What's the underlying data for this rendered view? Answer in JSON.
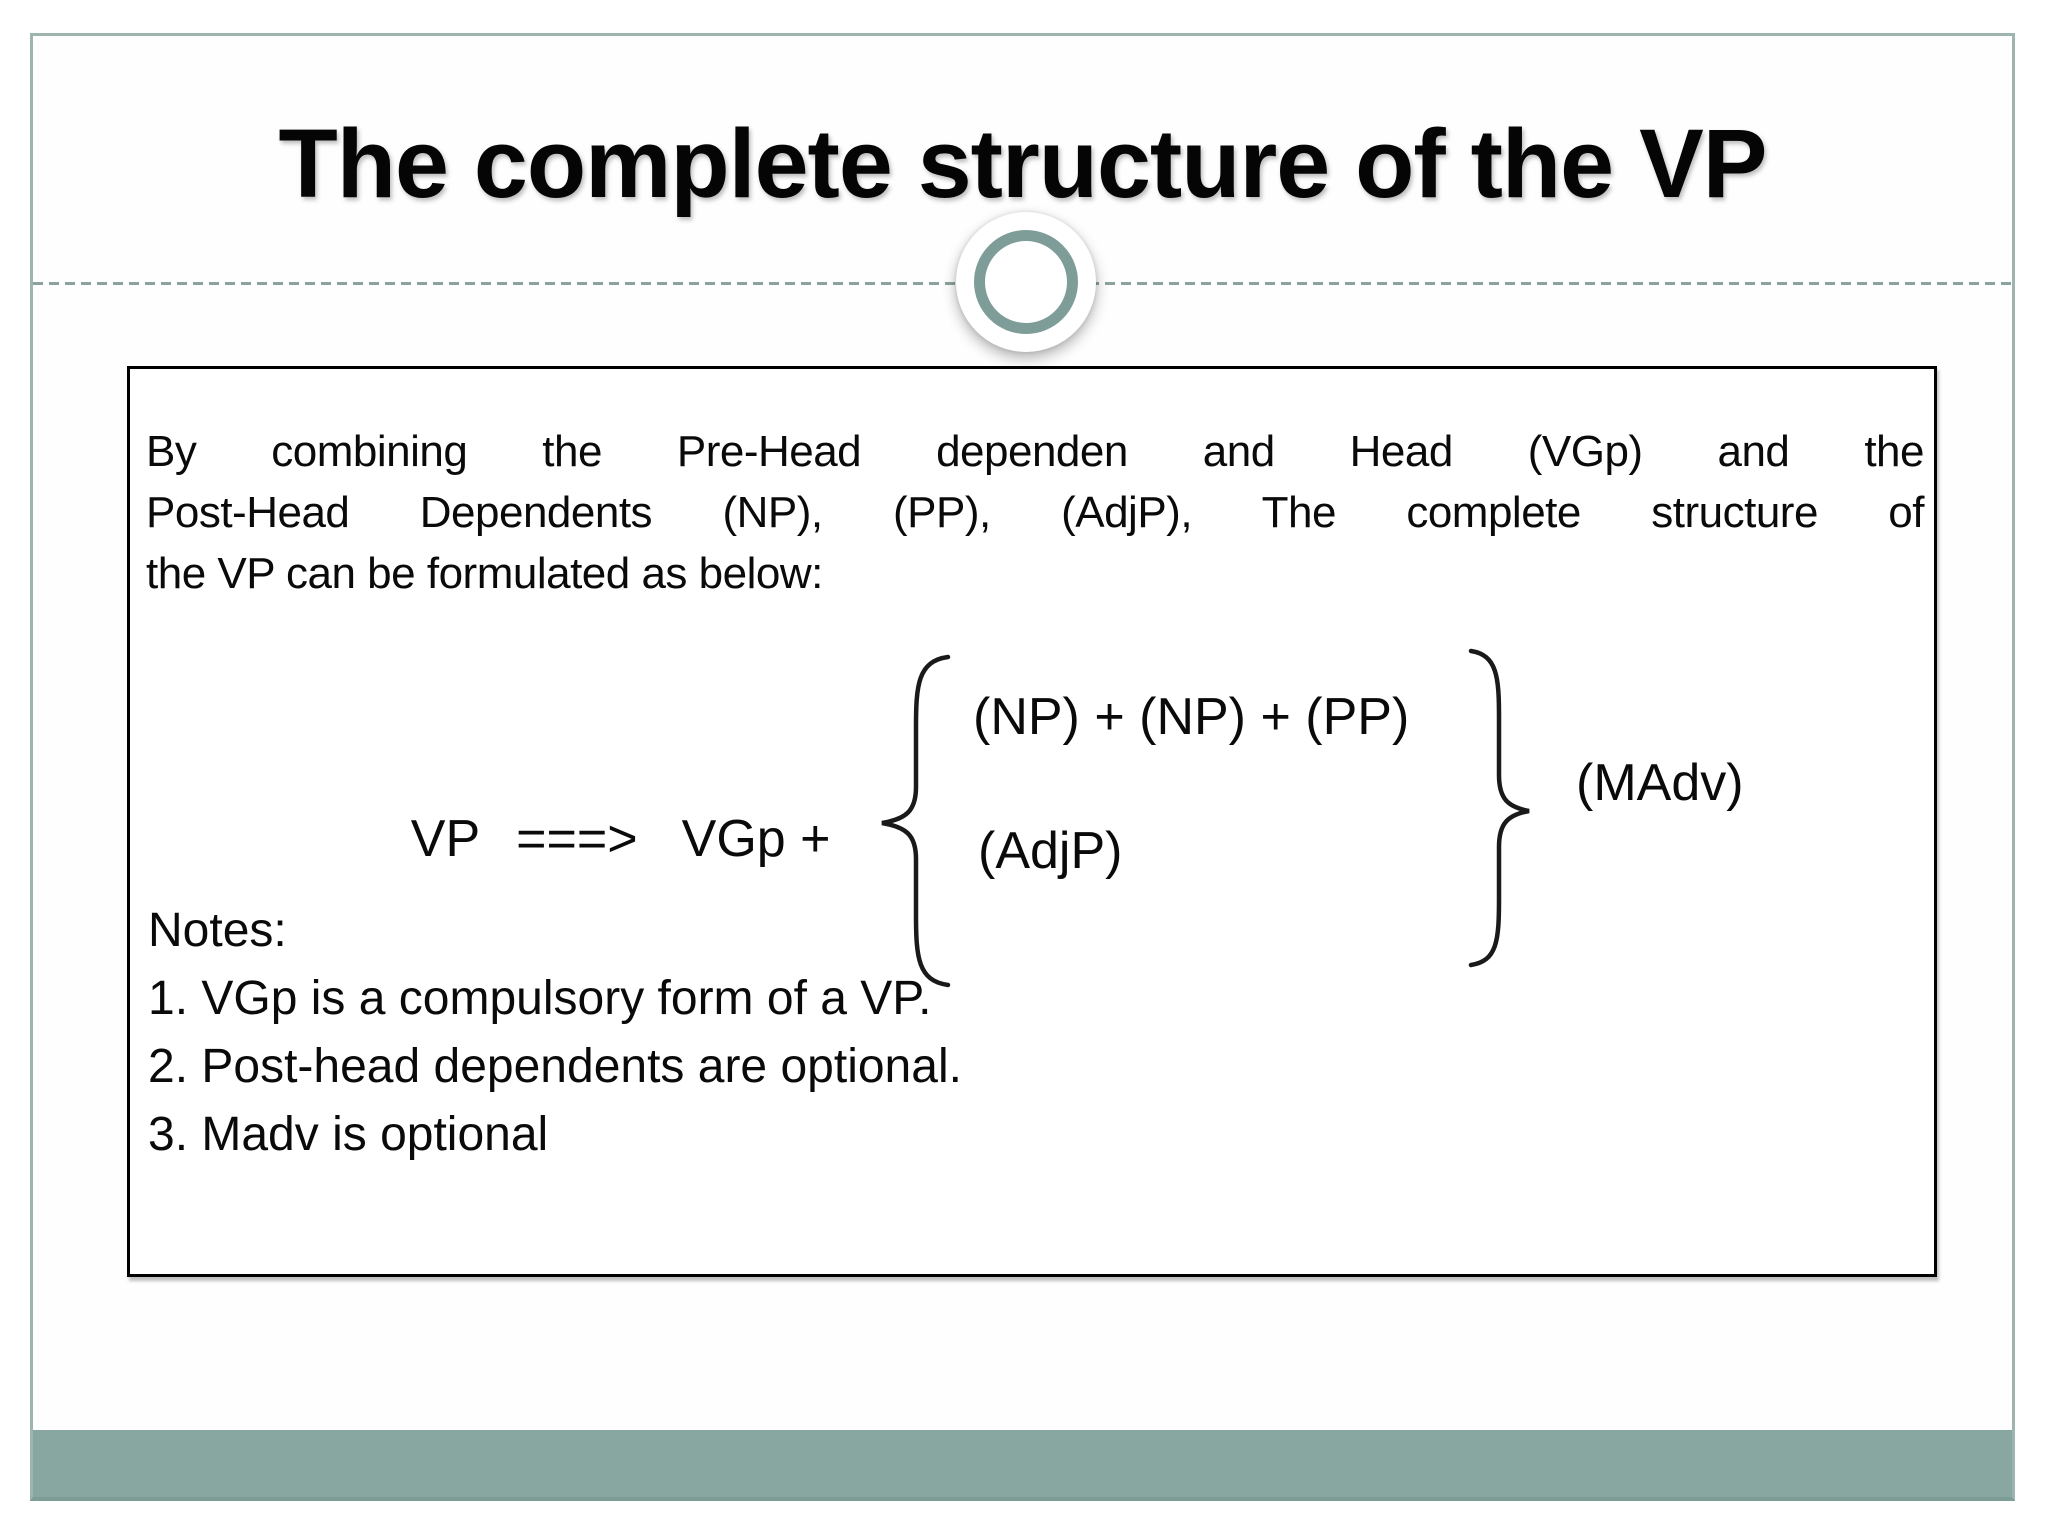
{
  "slide": {
    "title": "The complete structure of the VP",
    "paragraph": {
      "lines": [
        "By combining the Pre-Head dependen and Head (VGp) and the",
        "Post-Head Dependents (NP), (PP), (AdjP), The complete structure of",
        "the VP can be formulated as below:"
      ]
    },
    "formula": {
      "lhs": "VP",
      "arrow": "===>",
      "head": "VGp +",
      "options_top": "(NP) + (NP) + (PP)",
      "options_bottom": "(AdjP)",
      "modifier": "(MAdv)"
    },
    "notes": {
      "heading": "Notes:",
      "items": [
        "1. VGp is  a compulsory form of a VP.",
        "2. Post-head dependents are optional.",
        "3. Madv is optional"
      ]
    },
    "colors": {
      "accent_band": "#88A7A1",
      "frame_border": "#9DB4AF",
      "frame_border_bottom": "#7E9D97",
      "dashed_line": "#8AA39E",
      "circle_ring": "#7E9D98",
      "box_border": "#000000",
      "text": "#000000"
    }
  }
}
